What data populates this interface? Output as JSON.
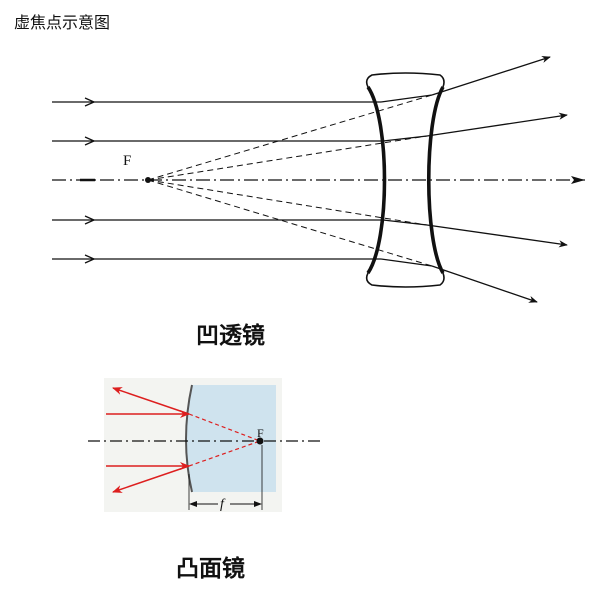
{
  "title": "虚焦点示意图",
  "concave_lens": {
    "caption": "凹透镜",
    "focus_label": "F"
  },
  "convex_mirror": {
    "caption": "凸面镜",
    "focus_label": "F",
    "focal_length_label": "f"
  },
  "colors": {
    "ray": "#111111",
    "reflected_ray": "#dd1f1f",
    "mirror_fill": "#cfe3ee"
  }
}
